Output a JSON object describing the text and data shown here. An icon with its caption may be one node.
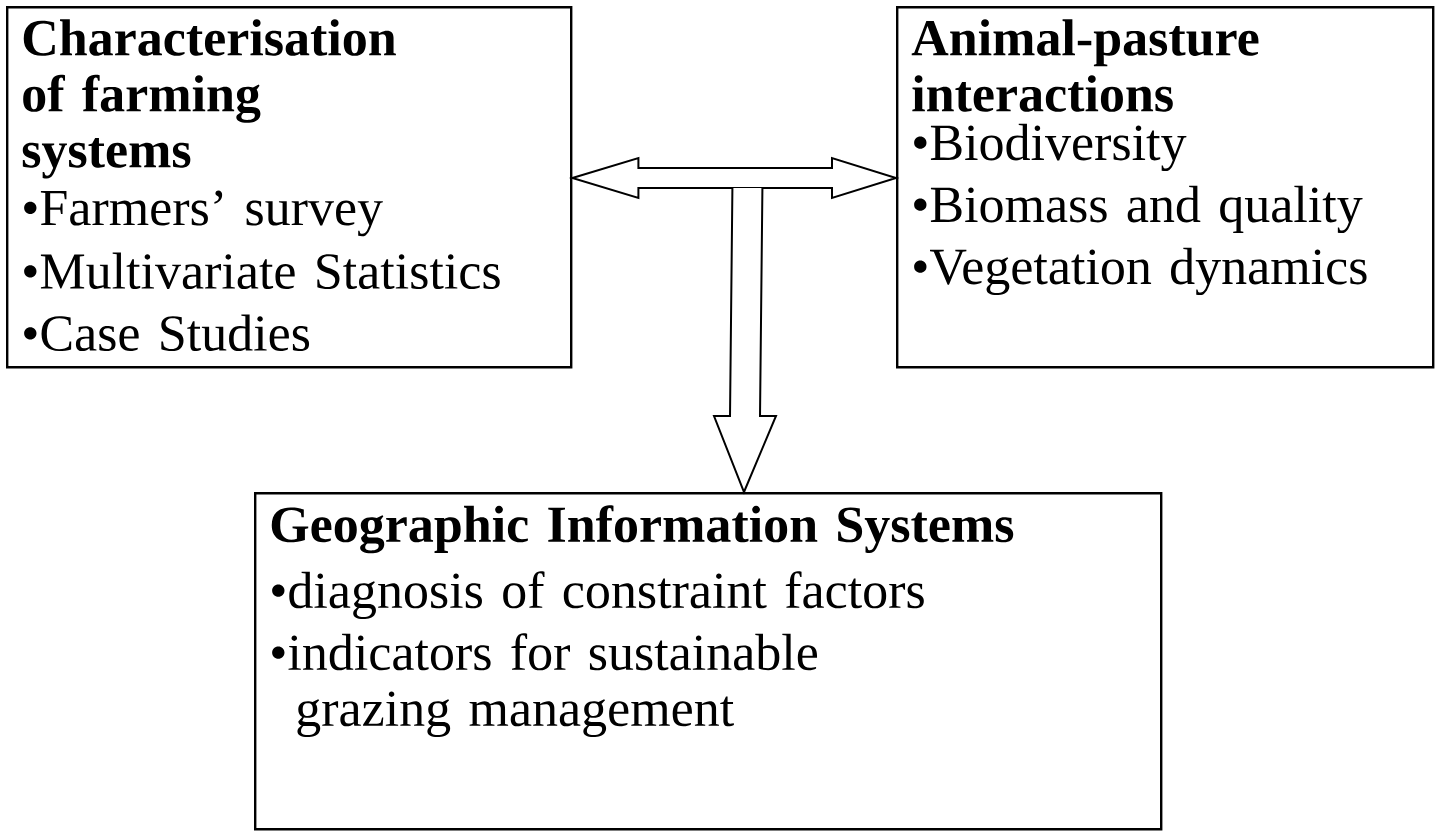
{
  "diagram": {
    "nodes": [
      {
        "text": [
          "Characterisation of farming systems",
          "•Farmers’ survey",
          "•Multivariate Statistics",
          "•Case Studies"
        ]
      },
      {
        "text": [
          "Animal-pasture interactions",
          "•Biodiversity",
          "•Biomass and quality",
          "•Vegetation dynamics"
        ]
      },
      {
        "text": [
          "Geographic Information Systems",
          "•diagnosis of constraint factors",
          "•indicators for sustainable grazing management"
        ]
      }
    ],
    "edges": [
      {
        "from": 0,
        "to": 1,
        "arrow": "both"
      },
      {
        "from": 0,
        "to": 2,
        "arrow": "to"
      },
      {
        "from": 1,
        "to": 2,
        "arrow": "to"
      }
    ]
  }
}
